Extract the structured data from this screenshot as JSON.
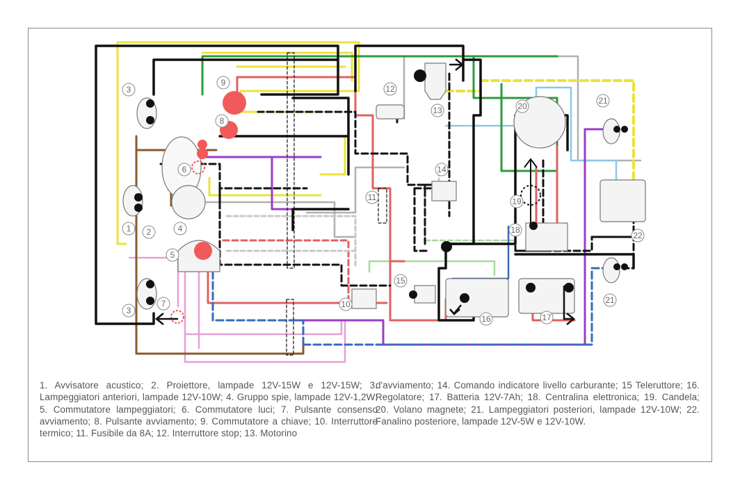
{
  "diagram": {
    "component_numbers": [
      "1",
      "2",
      "3",
      "3",
      "4",
      "5",
      "6",
      "7",
      "8",
      "9",
      "10",
      "11",
      "12",
      "13",
      "14",
      "15",
      "16",
      "17",
      "18",
      "19",
      "20",
      "21",
      "21",
      "22"
    ]
  },
  "legend": {
    "column1": "1. Avvisatore acustico; 2. Proiettore, lampade 12V-15W e 12V-15W; 3. Lampeggiatori anteriori, lampade 12V-10W; 4. Gruppo spie, lampade 12V-1,2W; 5. Commutatore lampeggiatori; 6. Commutatore luci; 7. Pulsante consenso avviamento; 8. Pulsante avviamento; 9. Commutatore a chiave; 10. Interruttore termico; 11. Fusibile da 8A; 12. Interruttore stop; 13. Motorino",
    "column2": "d'avviamento; 14. Comando indicatore livello carburante; 15 Teleruttore; 16. Regolatore; 17. Batteria 12V-7Ah; 18. Centralina elettronica; 19. Candela; 20. Volano magnete; 21. Lampeggiatori posteriori, lampade 12V-10W; 22. Fanalino posteriore, lampade 12V-5W e 12V-10W."
  },
  "colors": {
    "black": "#111111",
    "yellow": "#ece23a",
    "green": "#2e9a3c",
    "red": "#e06060",
    "brown": "#8a5a2a",
    "pink": "#e5a0d8",
    "purple": "#9a3cc8",
    "blue": "#3a6ab8",
    "lightblue": "#8ec8e6",
    "gray": "#b0b0b0",
    "lightgreen": "#a8d8a0",
    "highlight": "#f05a5a"
  }
}
